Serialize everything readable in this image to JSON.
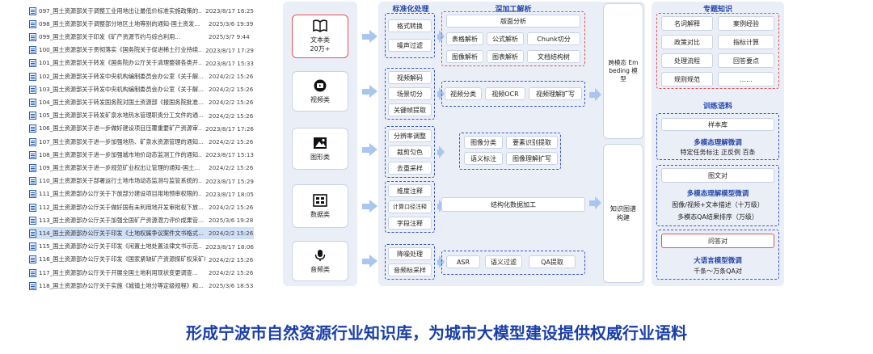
{
  "files": [
    {
      "name": "097_国土资源部关于调整工业用地出让最低价标准实施政策的...",
      "date": "2023/8/17 16:25",
      "selected": false
    },
    {
      "name": "098_国土资源部关于调整部分地区土地等别的通知-国土资发...",
      "date": "2025/3/6 19:39",
      "selected": false
    },
    {
      "name": "099_国土资源部关于印发《矿产资源节约与综合利用...",
      "date": "2025/3/7 9:44",
      "selected": false
    },
    {
      "name": "100_国土资源部关于贯彻落实《国务院关于促进稀土行业持续...",
      "date": "2023/8/17 17:29",
      "selected": false
    },
    {
      "name": "101_国土资源部关于转发《国务院办公厅关于清理整顿各类开...",
      "date": "2023/8/17 15:33",
      "selected": false
    },
    {
      "name": "102_国土资源部关于转发中央机构编制委员会办公室《关于解...",
      "date": "2024/2/2 15:26",
      "selected": false
    },
    {
      "name": "103_国土资源部关于转发中央机构编制委员会办公室《关于解...",
      "date": "2024/2/2 15:26",
      "selected": false
    },
    {
      "name": "104_国土资源部关于转发国务院对国土资源部《报国务院批准...",
      "date": "2024/2/2 15:26",
      "selected": false
    },
    {
      "name": "105_国土资源部关于转发矿泉水地热水管理职责分工文件的通...",
      "date": "2024/2/2 15:26",
      "selected": false
    },
    {
      "name": "106_国土资源部关于进一步做好建设项目压覆重要矿产资源审...",
      "date": "2023/8/17 17:26",
      "selected": false
    },
    {
      "name": "107_国土资源部关于进一步加强地热、矿泉水资源管理的通知...",
      "date": "2024/2/2 15:26",
      "selected": false
    },
    {
      "name": "108_国土资源部关于进一步加强城市地价动态监测工作的通知...",
      "date": "2023/8/17 15:13",
      "selected": false
    },
    {
      "name": "109_国土资源部关于进一步规范矿业权出让管理的通知-国土...",
      "date": "2024/2/2 15:26",
      "selected": false
    },
    {
      "name": "110_国土资源部关于部署运行土地市场动态监测与监管系统的...",
      "date": "2023/8/17 15:29",
      "selected": false
    },
    {
      "name": "111_国土资源部办公厅关于下放部分建设项目用地预审权限的...",
      "date": "2023/8/17 18:05",
      "selected": false
    },
    {
      "name": "112_国土资源部办公厅关于做好国有未利用地开发审批权下放...",
      "date": "2024/2/2 15:26",
      "selected": false
    },
    {
      "name": "113_国土资源部办公厅关于加强全国矿产资源潜力评价成果管...",
      "date": "2025/3/6 19:28",
      "selected": false
    },
    {
      "name": "114_国土资源部办公厅关于印发《土地权属争议案件文书格式...",
      "date": "2024/2/2 15:26",
      "selected": true
    },
    {
      "name": "115_国土资源部办公厅关于印发《闲置土地处置法律文书示范...",
      "date": "2023/8/17 18:06",
      "selected": false
    },
    {
      "name": "116_国土资源部办公厅关于印发《国家紧缺矿产资源探矿权采矿权使...",
      "date": "2024/2/2 15:26",
      "selected": false
    },
    {
      "name": "117_国土资源部办公厅关于开展全国土地利用现状变更调查...",
      "date": "2024/2/2 15:26",
      "selected": false
    },
    {
      "name": "118_国土资源部办公厅关于实施《城镇土地分等定级规程》和...",
      "date": "2025/3/6 18:53",
      "selected": false
    }
  ],
  "sources": [
    {
      "label": "文本类",
      "sub": "20万+",
      "icon": "book-icon"
    },
    {
      "label": "视频类",
      "sub": "",
      "icon": "play-icon"
    },
    {
      "label": "图形类",
      "sub": "",
      "icon": "image-icon"
    },
    {
      "label": "数据类",
      "sub": "",
      "icon": "data-icon"
    },
    {
      "label": "音频类",
      "sub": "",
      "icon": "mic-icon"
    }
  ],
  "standard": {
    "title": "标准化处理",
    "groups": [
      [
        "格式转换",
        "噪声过滤"
      ],
      [
        "视频解码",
        "场景切分",
        "关键帧提取"
      ],
      [
        "分辨率调整",
        "裁剪匀色",
        "去重采样"
      ],
      [
        "维度注释",
        "计算口径注释",
        "字段注释"
      ],
      [
        "降噪处理",
        "音频标采样"
      ]
    ]
  },
  "deep": {
    "title": "深加工解析",
    "text_header": "版面分析",
    "text_items": [
      "表格解析",
      "公式解析",
      "Chunk切分",
      "图像解析",
      "图表解析",
      "文档结构树"
    ],
    "video_items": [
      "视频分类",
      "视频OCR",
      "视频理解扩写"
    ],
    "image_items": [
      "图像分类",
      "要素识别提取",
      "语义标注",
      "图像理解扩写"
    ],
    "data_item": "结构化数据加工",
    "audio_items": [
      "ASR",
      "语义过滤",
      "QA提取"
    ]
  },
  "mid": {
    "top": "跨模态 Embeding 模型",
    "bottom": "知识图谱构建"
  },
  "topic": {
    "title": "专题知识",
    "items": [
      "名词解释",
      "案例经验",
      "政策对比",
      "指标计算",
      "处理流程",
      "回答要点",
      "规则规范",
      "……"
    ]
  },
  "train": {
    "title": "训练语料",
    "sample_lib": "样本库",
    "sample_desc_title": "多模态理解微调",
    "sample_desc": "特定任务标注   正反例  百条",
    "image_text": "图文对",
    "image_text_title": "多模态理解模型微调",
    "image_text_desc1": "图像/视频+文本描述（十万级）",
    "image_text_desc2": "多模态QA结果排序（万级）",
    "qa": "问答对",
    "qa_title": "大语言模型微调",
    "qa_desc": "千条～万条QA对"
  },
  "footer": "形成宁波市自然资源行业知识库，为城市大模型建设提供权威行业语料"
}
